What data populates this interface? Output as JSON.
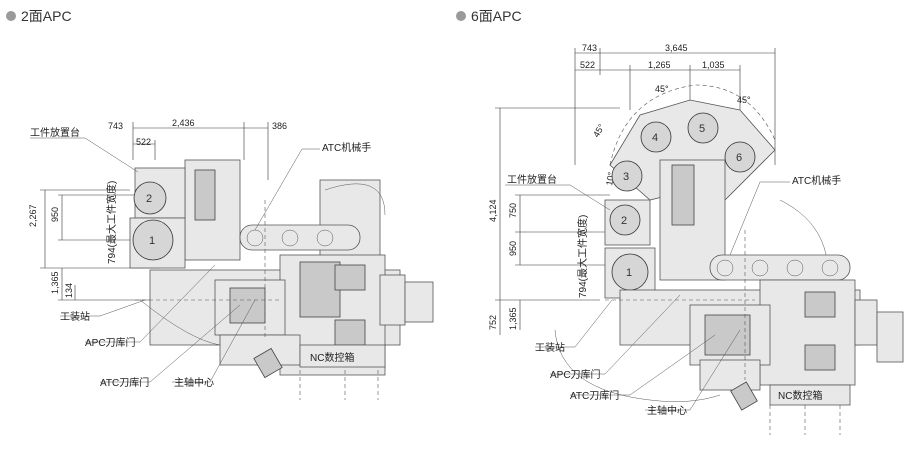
{
  "left": {
    "title": "2面APC",
    "dims": {
      "d743": "743",
      "d522": "522",
      "d2436": "2,436",
      "d386": "386",
      "d2267": "2,267",
      "d950": "950",
      "d1365": "1,365",
      "d134": "134"
    },
    "labels": {
      "work_table": "工件放置台",
      "max_width": "794(最大工件宽度)",
      "atc": "ATC机械手",
      "station": "工装站",
      "apc_door": "APC刀库门",
      "atc_door": "ATC刀库门",
      "spindle": "主轴中心",
      "nc": "NC数控箱"
    },
    "pallets": [
      "1",
      "2"
    ]
  },
  "right": {
    "title": "6面APC",
    "dims": {
      "d743": "743",
      "d3645": "3,645",
      "d522": "522",
      "d1265": "1,265",
      "d1035": "1,035",
      "a45a": "45°",
      "a45b": "45°",
      "a45c": "45°",
      "a10": "10°",
      "d4124": "4,124",
      "d750": "750",
      "d950": "950",
      "d752": "752",
      "d1365": "1,365"
    },
    "labels": {
      "work_table": "工件放置台",
      "max_width": "794(最大工件宽度)",
      "atc": "ATC机械手",
      "station": "工装站",
      "apc_door": "APC刀库门",
      "atc_door": "ATC刀库门",
      "spindle": "主轴中心",
      "nc": "NC数控箱"
    },
    "pallets": [
      "1",
      "2",
      "3",
      "4",
      "5",
      "6"
    ]
  }
}
